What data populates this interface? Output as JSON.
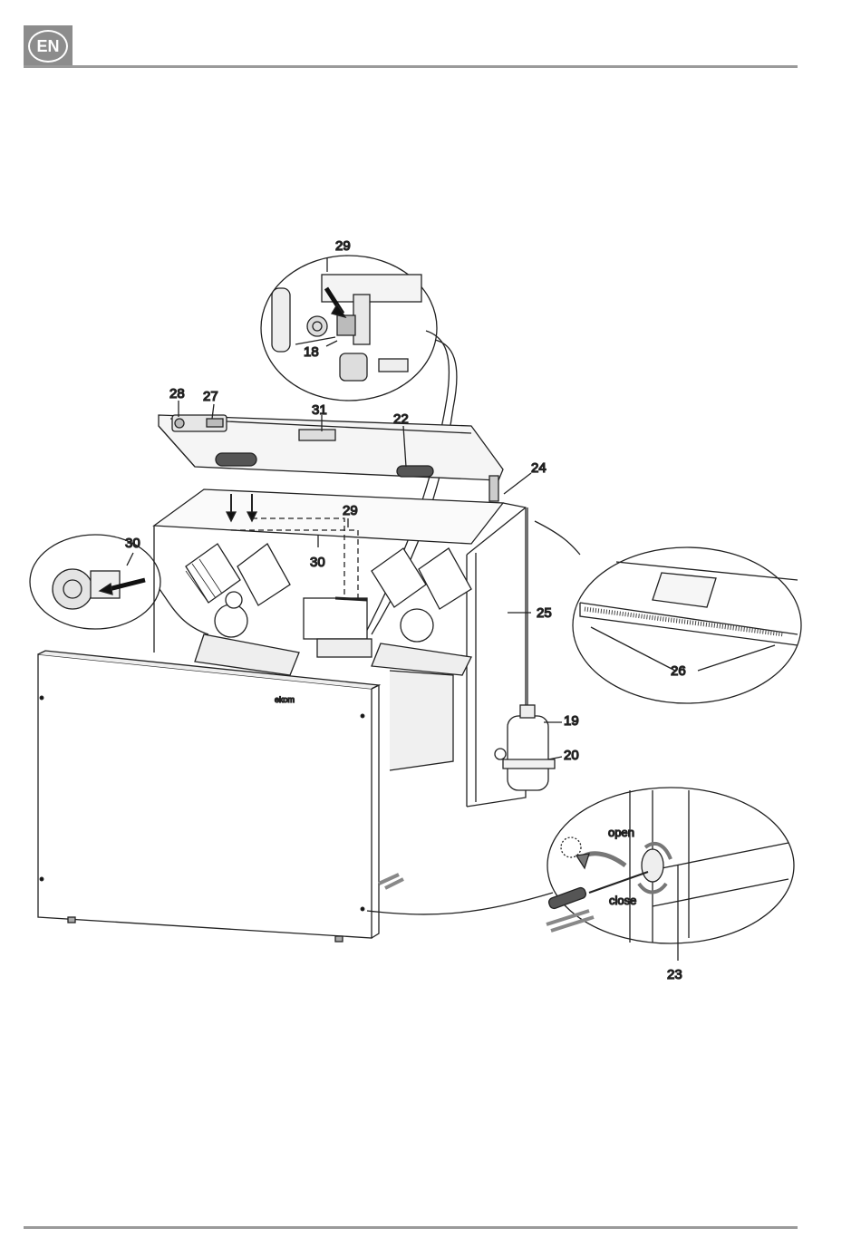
{
  "header": {
    "language_badge": "EN"
  },
  "callouts": {
    "c18": "18",
    "c19": "19",
    "c20": "20",
    "c22": "22",
    "c23": "23",
    "c24": "24",
    "c25": "25",
    "c26": "26",
    "c27": "27",
    "c28": "28",
    "c29_detail": "29",
    "c29_main": "29",
    "c30_detail": "30",
    "c30_main": "30",
    "c31": "31"
  },
  "detail_labels": {
    "open": "open",
    "close": "close"
  },
  "panel_brand": "ekom"
}
